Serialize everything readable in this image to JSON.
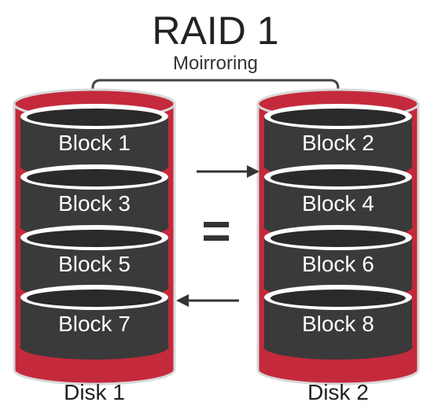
{
  "title": "RAID 1",
  "subtitle": "Moirroring",
  "equals_symbol": "=",
  "colors": {
    "disk_housing": "#c42a3c",
    "disk_outline": "#d9d9d9",
    "platter_body": "#3a3a3a",
    "platter_top": "#2a2a2a",
    "platter_rim": "#ffffff",
    "connector": "#444444",
    "text_dark": "#222222"
  },
  "disks": [
    {
      "label": "Disk 1",
      "blocks": [
        "Block 1",
        "Block 3",
        "Block 5",
        "Block 7"
      ]
    },
    {
      "label": "Disk 2",
      "blocks": [
        "Block 2",
        "Block 4",
        "Block 6",
        "Block 8"
      ]
    }
  ],
  "arrows": [
    {
      "direction": "right",
      "meaning": "Disk 1 to Disk 2"
    },
    {
      "direction": "left",
      "meaning": "Disk 2 to Disk 1"
    }
  ]
}
